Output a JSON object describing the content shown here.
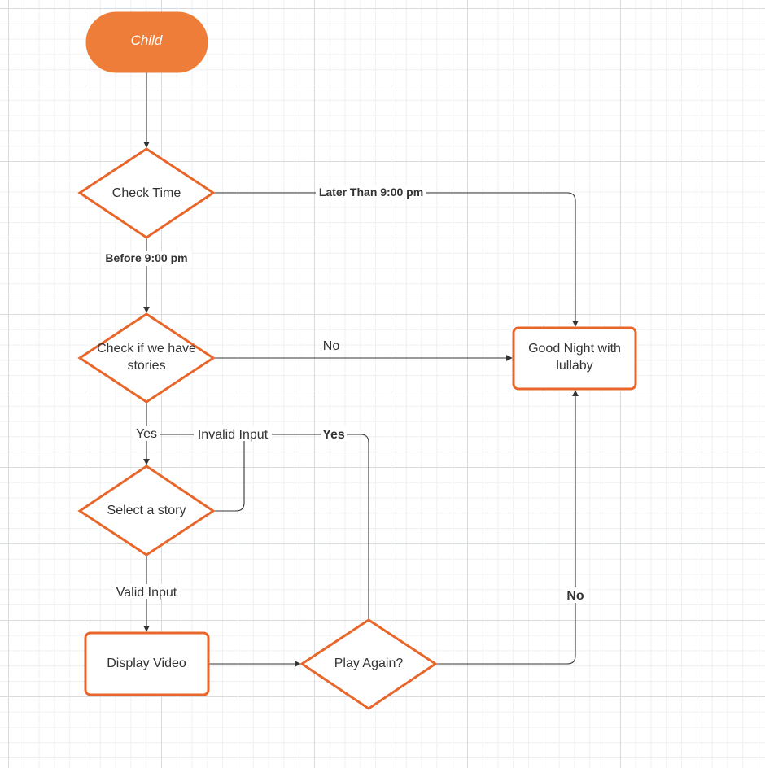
{
  "colors": {
    "accent": "#e8662a",
    "start_fill": "#ee7d39",
    "line": "#333333",
    "text": "#333333"
  },
  "nodes": {
    "start": "Child",
    "check_time": "Check Time",
    "check_stories": {
      "line1": "Check if we have",
      "line2": "stories"
    },
    "select_story": "Select a story",
    "display_video": "Display Video",
    "play_again": "Play Again?",
    "good_night": {
      "line1": "Good Night with",
      "line2": "lullaby"
    }
  },
  "edges": {
    "later_than": "Later Than 9:00 pm",
    "before": "Before 9:00 pm",
    "no_stories": "No",
    "yes_stories": "Yes",
    "invalid_input": "Invalid Input",
    "yes_again": "Yes",
    "valid_input": "Valid Input",
    "no_again": "No"
  }
}
